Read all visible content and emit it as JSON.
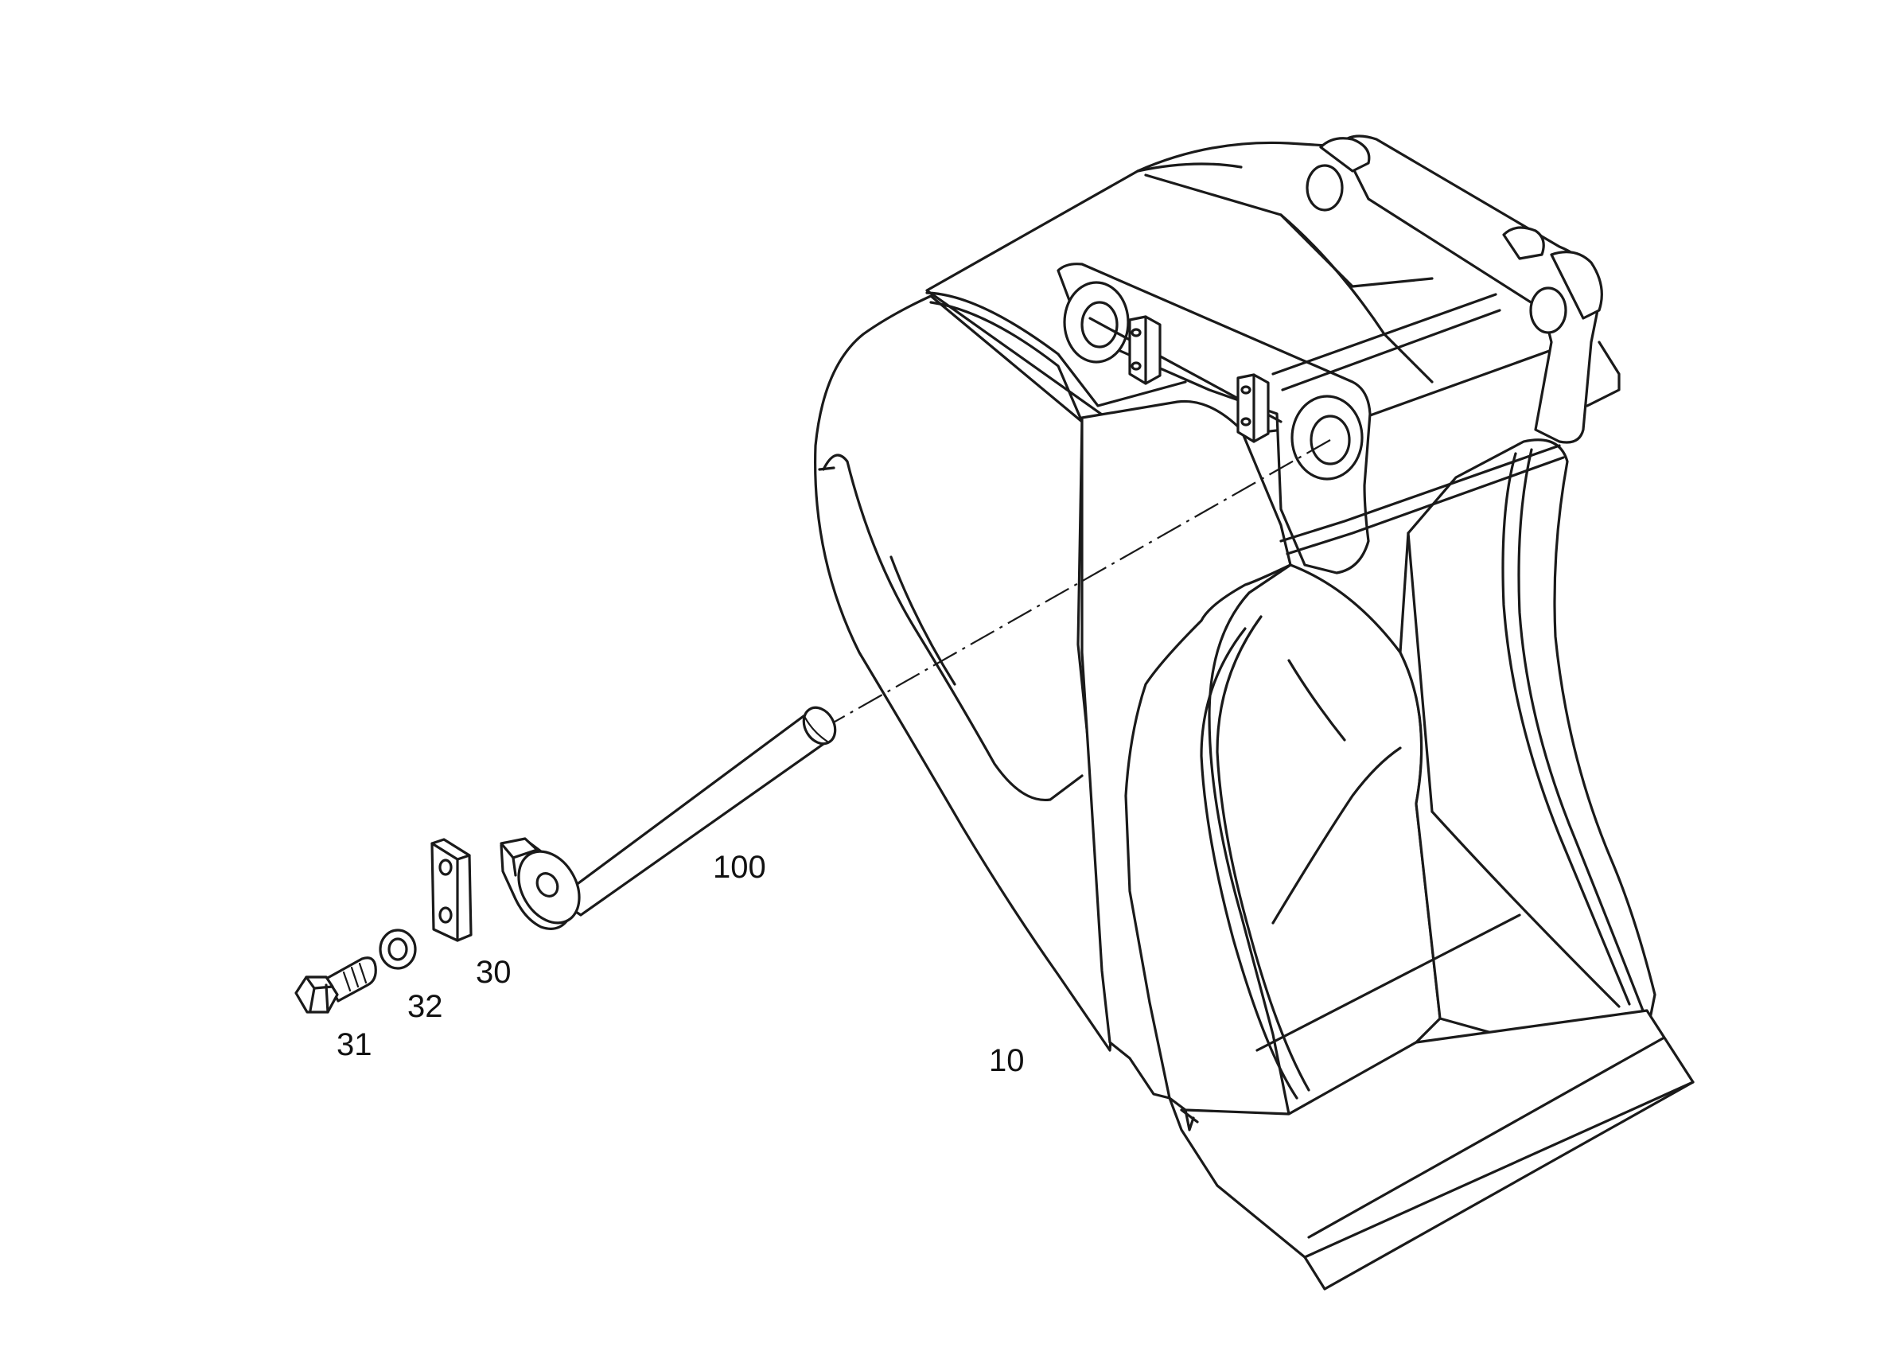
{
  "diagram": {
    "type": "exploded-parts-view",
    "line_color": "#1a1a1a",
    "background": "#ffffff"
  },
  "parts": [
    {
      "id": "bucket",
      "callout": "10",
      "icon": "excavator-bucket"
    },
    {
      "id": "pin",
      "callout": "100",
      "icon": "pivot-pin"
    },
    {
      "id": "lock-plate",
      "callout": "30",
      "icon": "lock-plate"
    },
    {
      "id": "bolt",
      "callout": "31",
      "icon": "hex-bolt"
    },
    {
      "id": "washer",
      "callout": "32",
      "icon": "washer"
    }
  ]
}
